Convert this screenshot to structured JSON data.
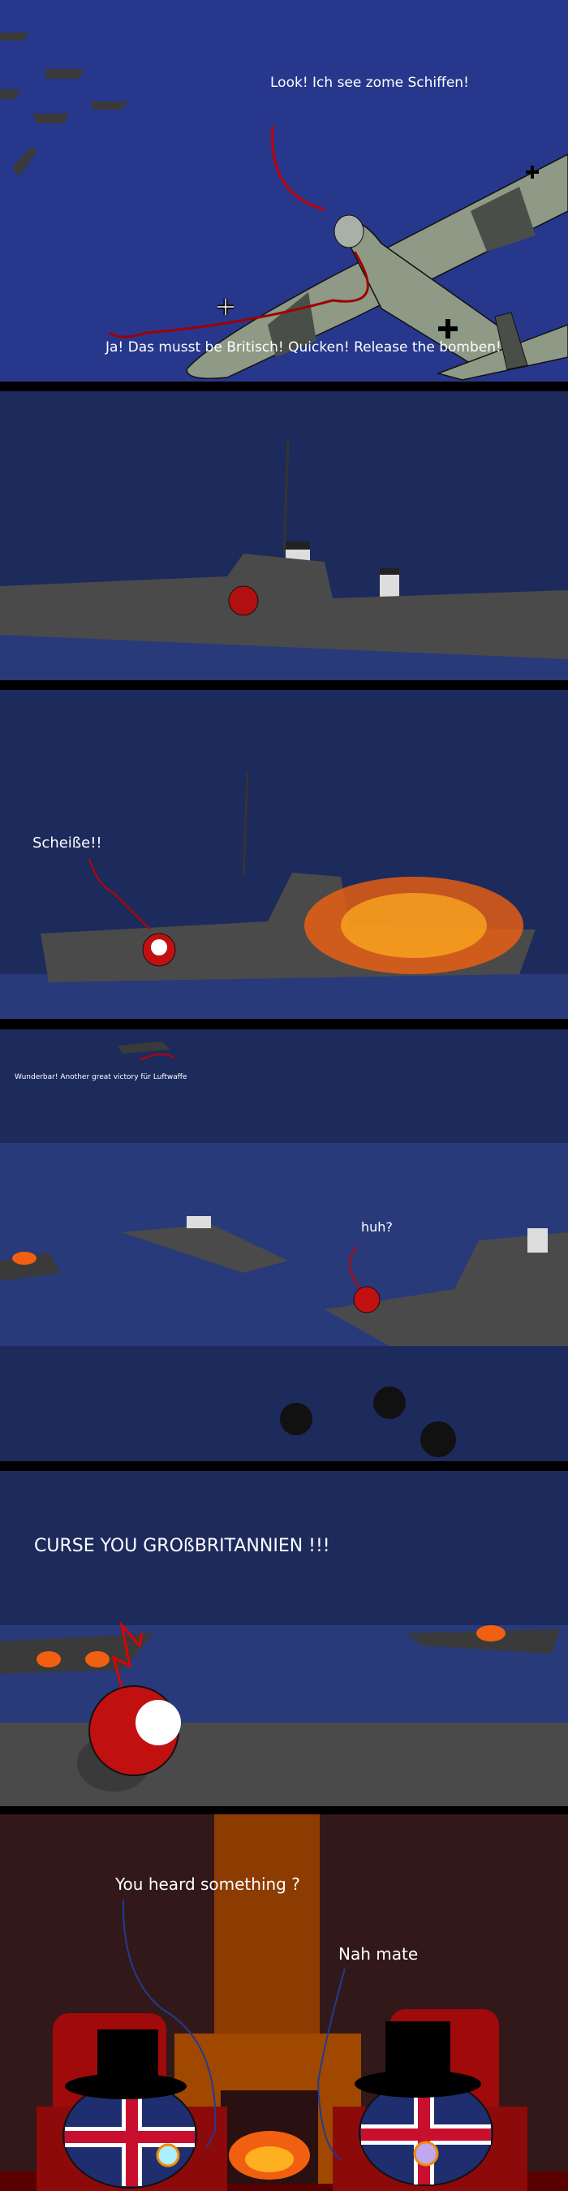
{
  "panels": [
    {
      "caption_1": "Look! Ich see zome Schiffen!",
      "caption_2": "Ja! Das musst be Britisch! Quicken! Release the bomben!"
    },
    {},
    {
      "caption_1": "Scheiße!!"
    },
    {
      "caption_1": "Wunderbar! Another great victory für Luftwaffe",
      "caption_2": "huh?"
    },
    {
      "caption_1": "CURSE YOU GROßBRITANNIEN !!!"
    },
    {
      "caption_1": "You heard something ?",
      "caption_2": "Nah mate"
    }
  ],
  "colors": {
    "sea_day": "#27378c",
    "sea_night": "#1d2a5c",
    "ship_gray": "#4a4a4a",
    "speech_line_german": "#c00000",
    "speech_line_british": "#1e3c96",
    "room_wall": "#321818",
    "armchair": "#8c0a0a",
    "fire": "#f06010"
  }
}
